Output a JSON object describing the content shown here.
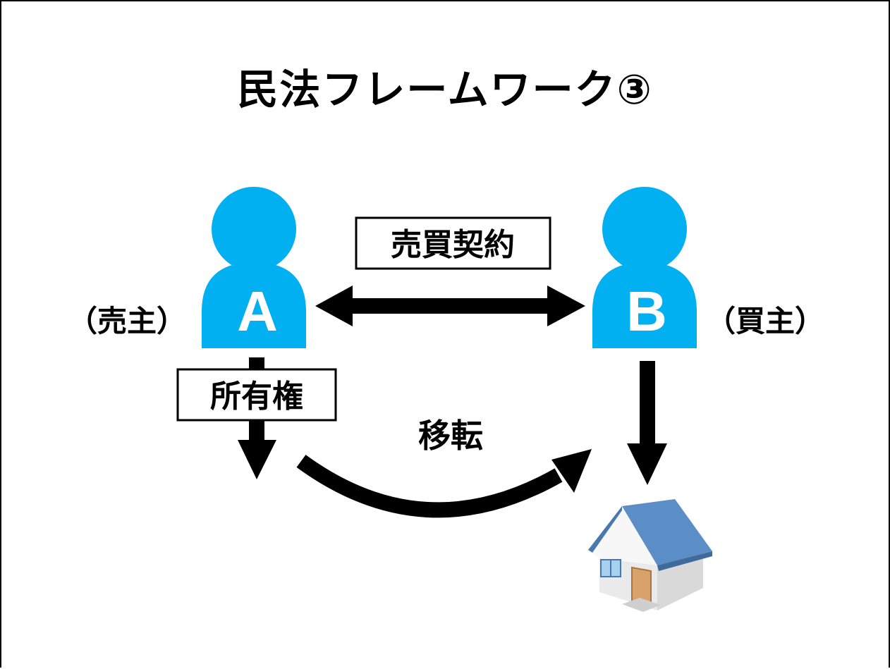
{
  "title": "民法フレームワーク③",
  "person_a": {
    "letter": "A",
    "role": "（売主）"
  },
  "person_b": {
    "letter": "B",
    "role": "（買主）"
  },
  "contract_label": "売買契約",
  "ownership_label": "所有権",
  "transfer_label": "移転",
  "colors": {
    "person": "#00b0f0",
    "arrow": "#000000",
    "house_roof": "#5b8dc6",
    "house_wall": "#f4f4f4",
    "house_door": "#d8a26a"
  },
  "icons": {
    "person_a": "person-icon",
    "person_b": "person-icon",
    "house": "house-icon"
  }
}
